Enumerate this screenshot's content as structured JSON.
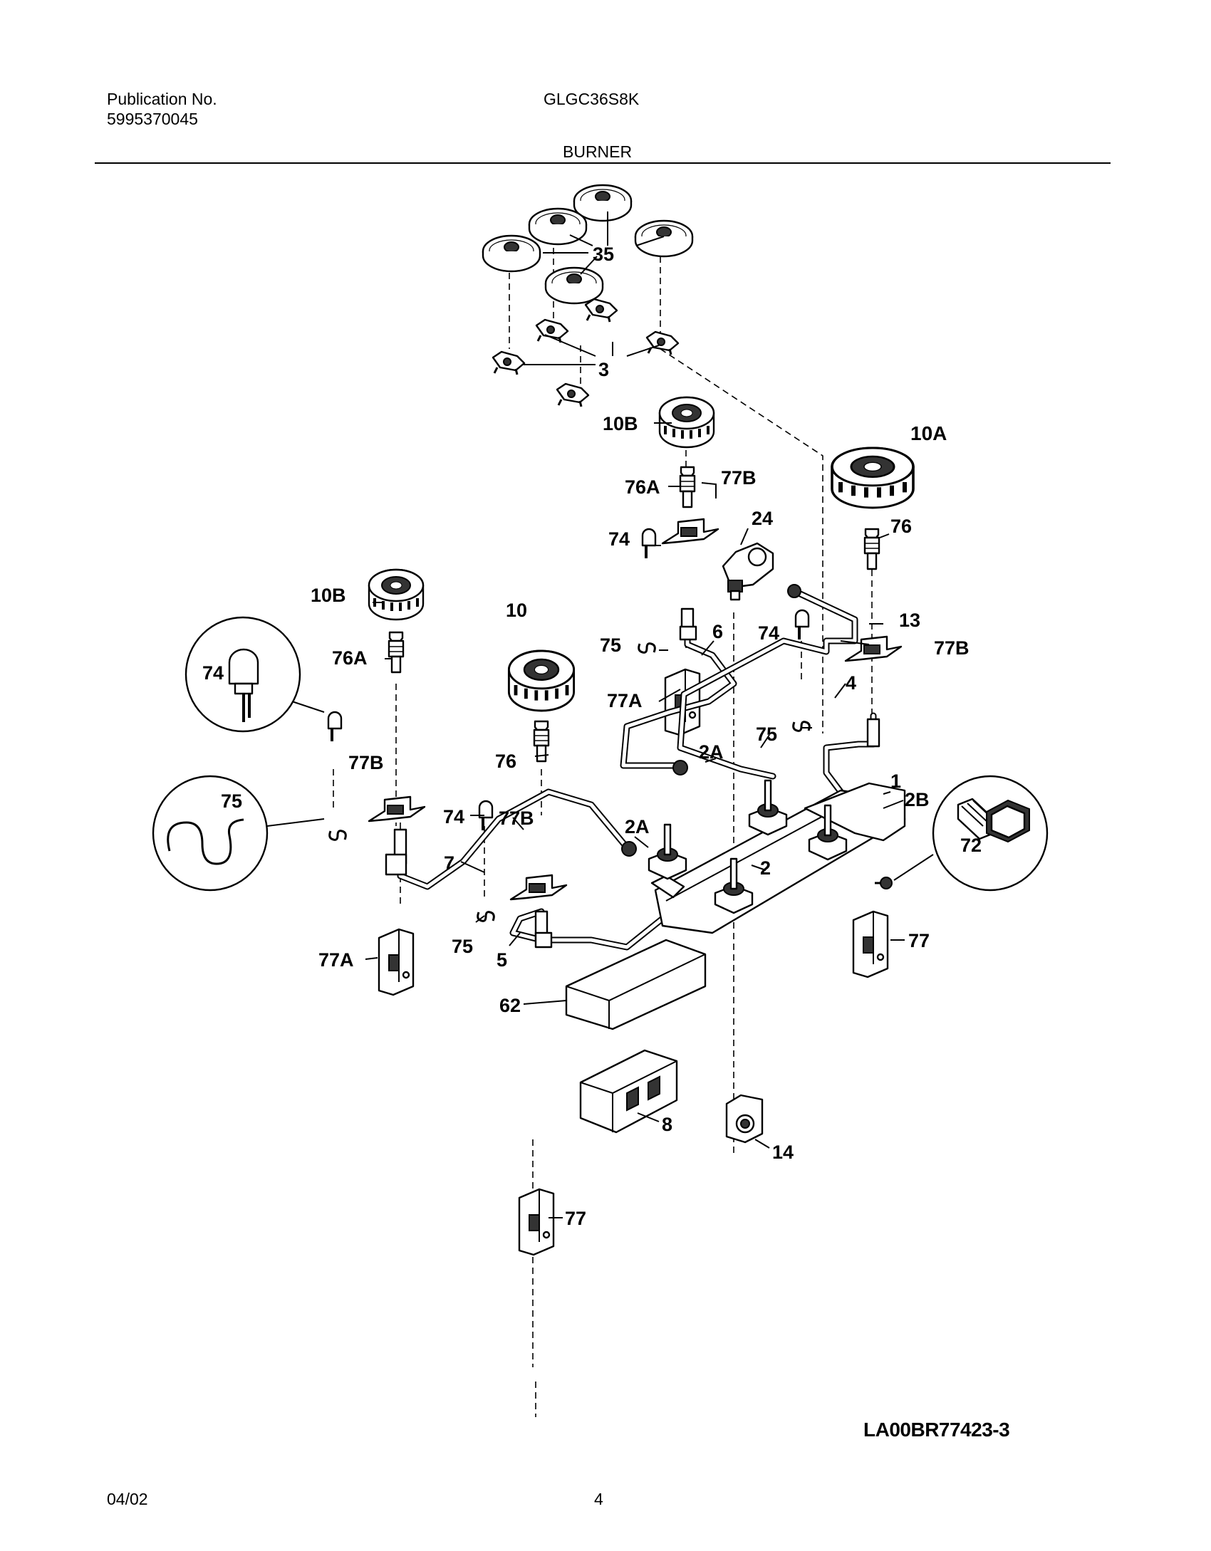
{
  "header": {
    "publication_label": "Publication No.",
    "publication_number": "5995370045",
    "model": "GLGC36S8K",
    "section": "BURNER"
  },
  "diagram": {
    "drawing_code": "LA00BR77423-3",
    "callouts": {
      "c35": "35",
      "c3": "3",
      "c10B_top": "10B",
      "c10A": "10A",
      "c76A_top": "76A",
      "c77B_top": "77B",
      "c24": "24",
      "c74_top": "74",
      "c76_right": "76",
      "c10B_left": "10B",
      "c10": "10",
      "c13": "13",
      "c74_detail": "74",
      "c76A_left": "76A",
      "c75_top": "75",
      "c6": "6",
      "c74_mid": "74",
      "c77B_right": "77B",
      "c77A_mid": "77A",
      "c4": "4",
      "c75_mid": "75",
      "c76_mid": "76",
      "c2A_a": "2A",
      "c1": "1",
      "c2B": "2B",
      "c77B_left": "77B",
      "c75_detail": "75",
      "c74_low": "74",
      "c77B_low": "77B",
      "c2A_b": "2A",
      "c72": "72",
      "c2": "2",
      "c7": "7",
      "c77_right": "77",
      "c75_low": "75",
      "c77A_low": "77A",
      "c5": "5",
      "c62": "62",
      "c8": "8",
      "c14": "14",
      "c77_bottom": "77"
    }
  },
  "footer": {
    "date": "04/02",
    "page": "4"
  }
}
